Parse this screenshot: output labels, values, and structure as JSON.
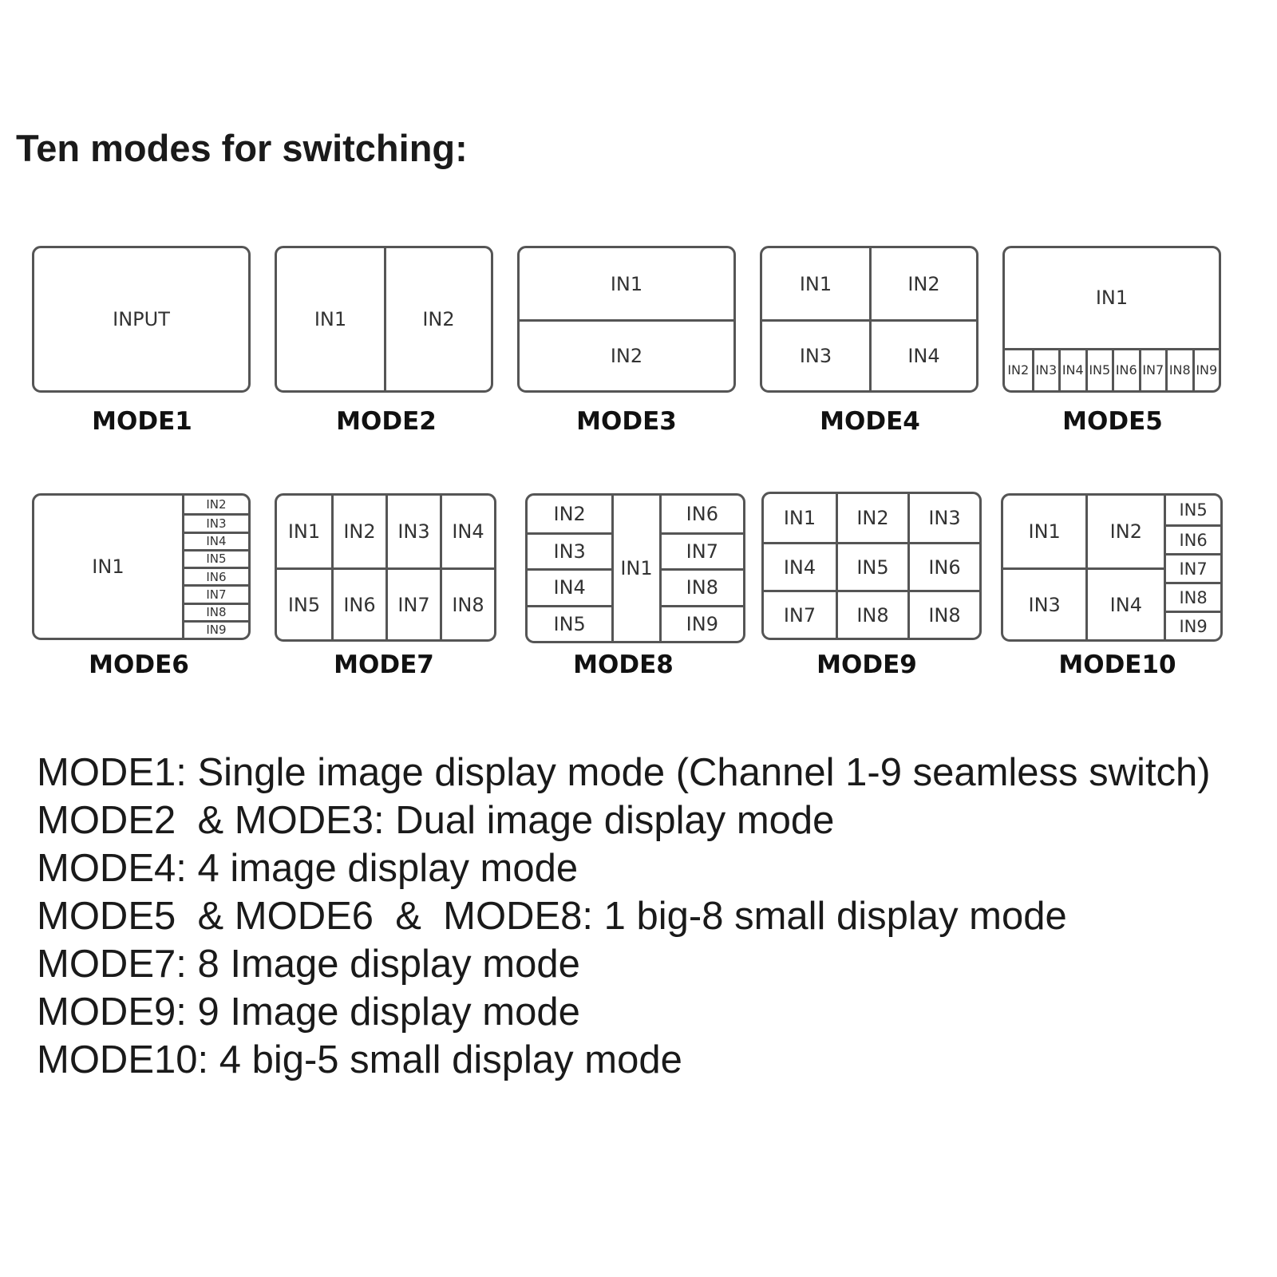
{
  "title": "Ten modes for switching:",
  "modes": [
    {
      "id": "mode1",
      "label": "MODE1",
      "cells": [
        "INPUT"
      ]
    },
    {
      "id": "mode2",
      "label": "MODE2",
      "cells": [
        "IN1",
        "IN2"
      ]
    },
    {
      "id": "mode3",
      "label": "MODE3",
      "cells": [
        "IN1",
        "IN2"
      ]
    },
    {
      "id": "mode4",
      "label": "MODE4",
      "cells": [
        "IN1",
        "IN2",
        "IN3",
        "IN4"
      ]
    },
    {
      "id": "mode5",
      "label": "MODE5",
      "cells": [
        "IN1",
        "IN2",
        "IN3",
        "IN4",
        "IN5",
        "IN6",
        "IN7",
        "IN8",
        "IN9"
      ]
    },
    {
      "id": "mode6",
      "label": "MODE6",
      "cells": [
        "IN1",
        "IN2",
        "IN3",
        "IN4",
        "IN5",
        "IN6",
        "IN7",
        "IN8",
        "IN9"
      ]
    },
    {
      "id": "mode7",
      "label": "MODE7",
      "cells": [
        "IN1",
        "IN2",
        "IN3",
        "IN4",
        "IN5",
        "IN6",
        "IN7",
        "IN8"
      ]
    },
    {
      "id": "mode8",
      "label": "MODE8",
      "cells": [
        "IN1",
        "IN2",
        "IN3",
        "IN4",
        "IN5",
        "IN6",
        "IN7",
        "IN8",
        "IN9"
      ]
    },
    {
      "id": "mode9",
      "label": "MODE9",
      "cells": [
        "IN1",
        "IN2",
        "IN3",
        "IN4",
        "IN5",
        "IN6",
        "IN7",
        "IN8",
        "IN8"
      ]
    },
    {
      "id": "mode10",
      "label": "MODE10",
      "cells": [
        "IN1",
        "IN2",
        "IN3",
        "IN4",
        "IN5",
        "IN6",
        "IN7",
        "IN8",
        "IN9"
      ]
    }
  ],
  "descriptions": [
    "MODE1: Single image display mode (Channel 1-9 seamless switch)",
    "MODE2  & MODE3: Dual image display mode",
    "MODE4: 4 image display mode",
    "MODE5  & MODE6  &  MODE8: 1 big-8 small display mode",
    "MODE7: 8 Image display mode",
    "MODE9: 9 Image display mode",
    "MODE10: 4 big-5 small display mode"
  ]
}
